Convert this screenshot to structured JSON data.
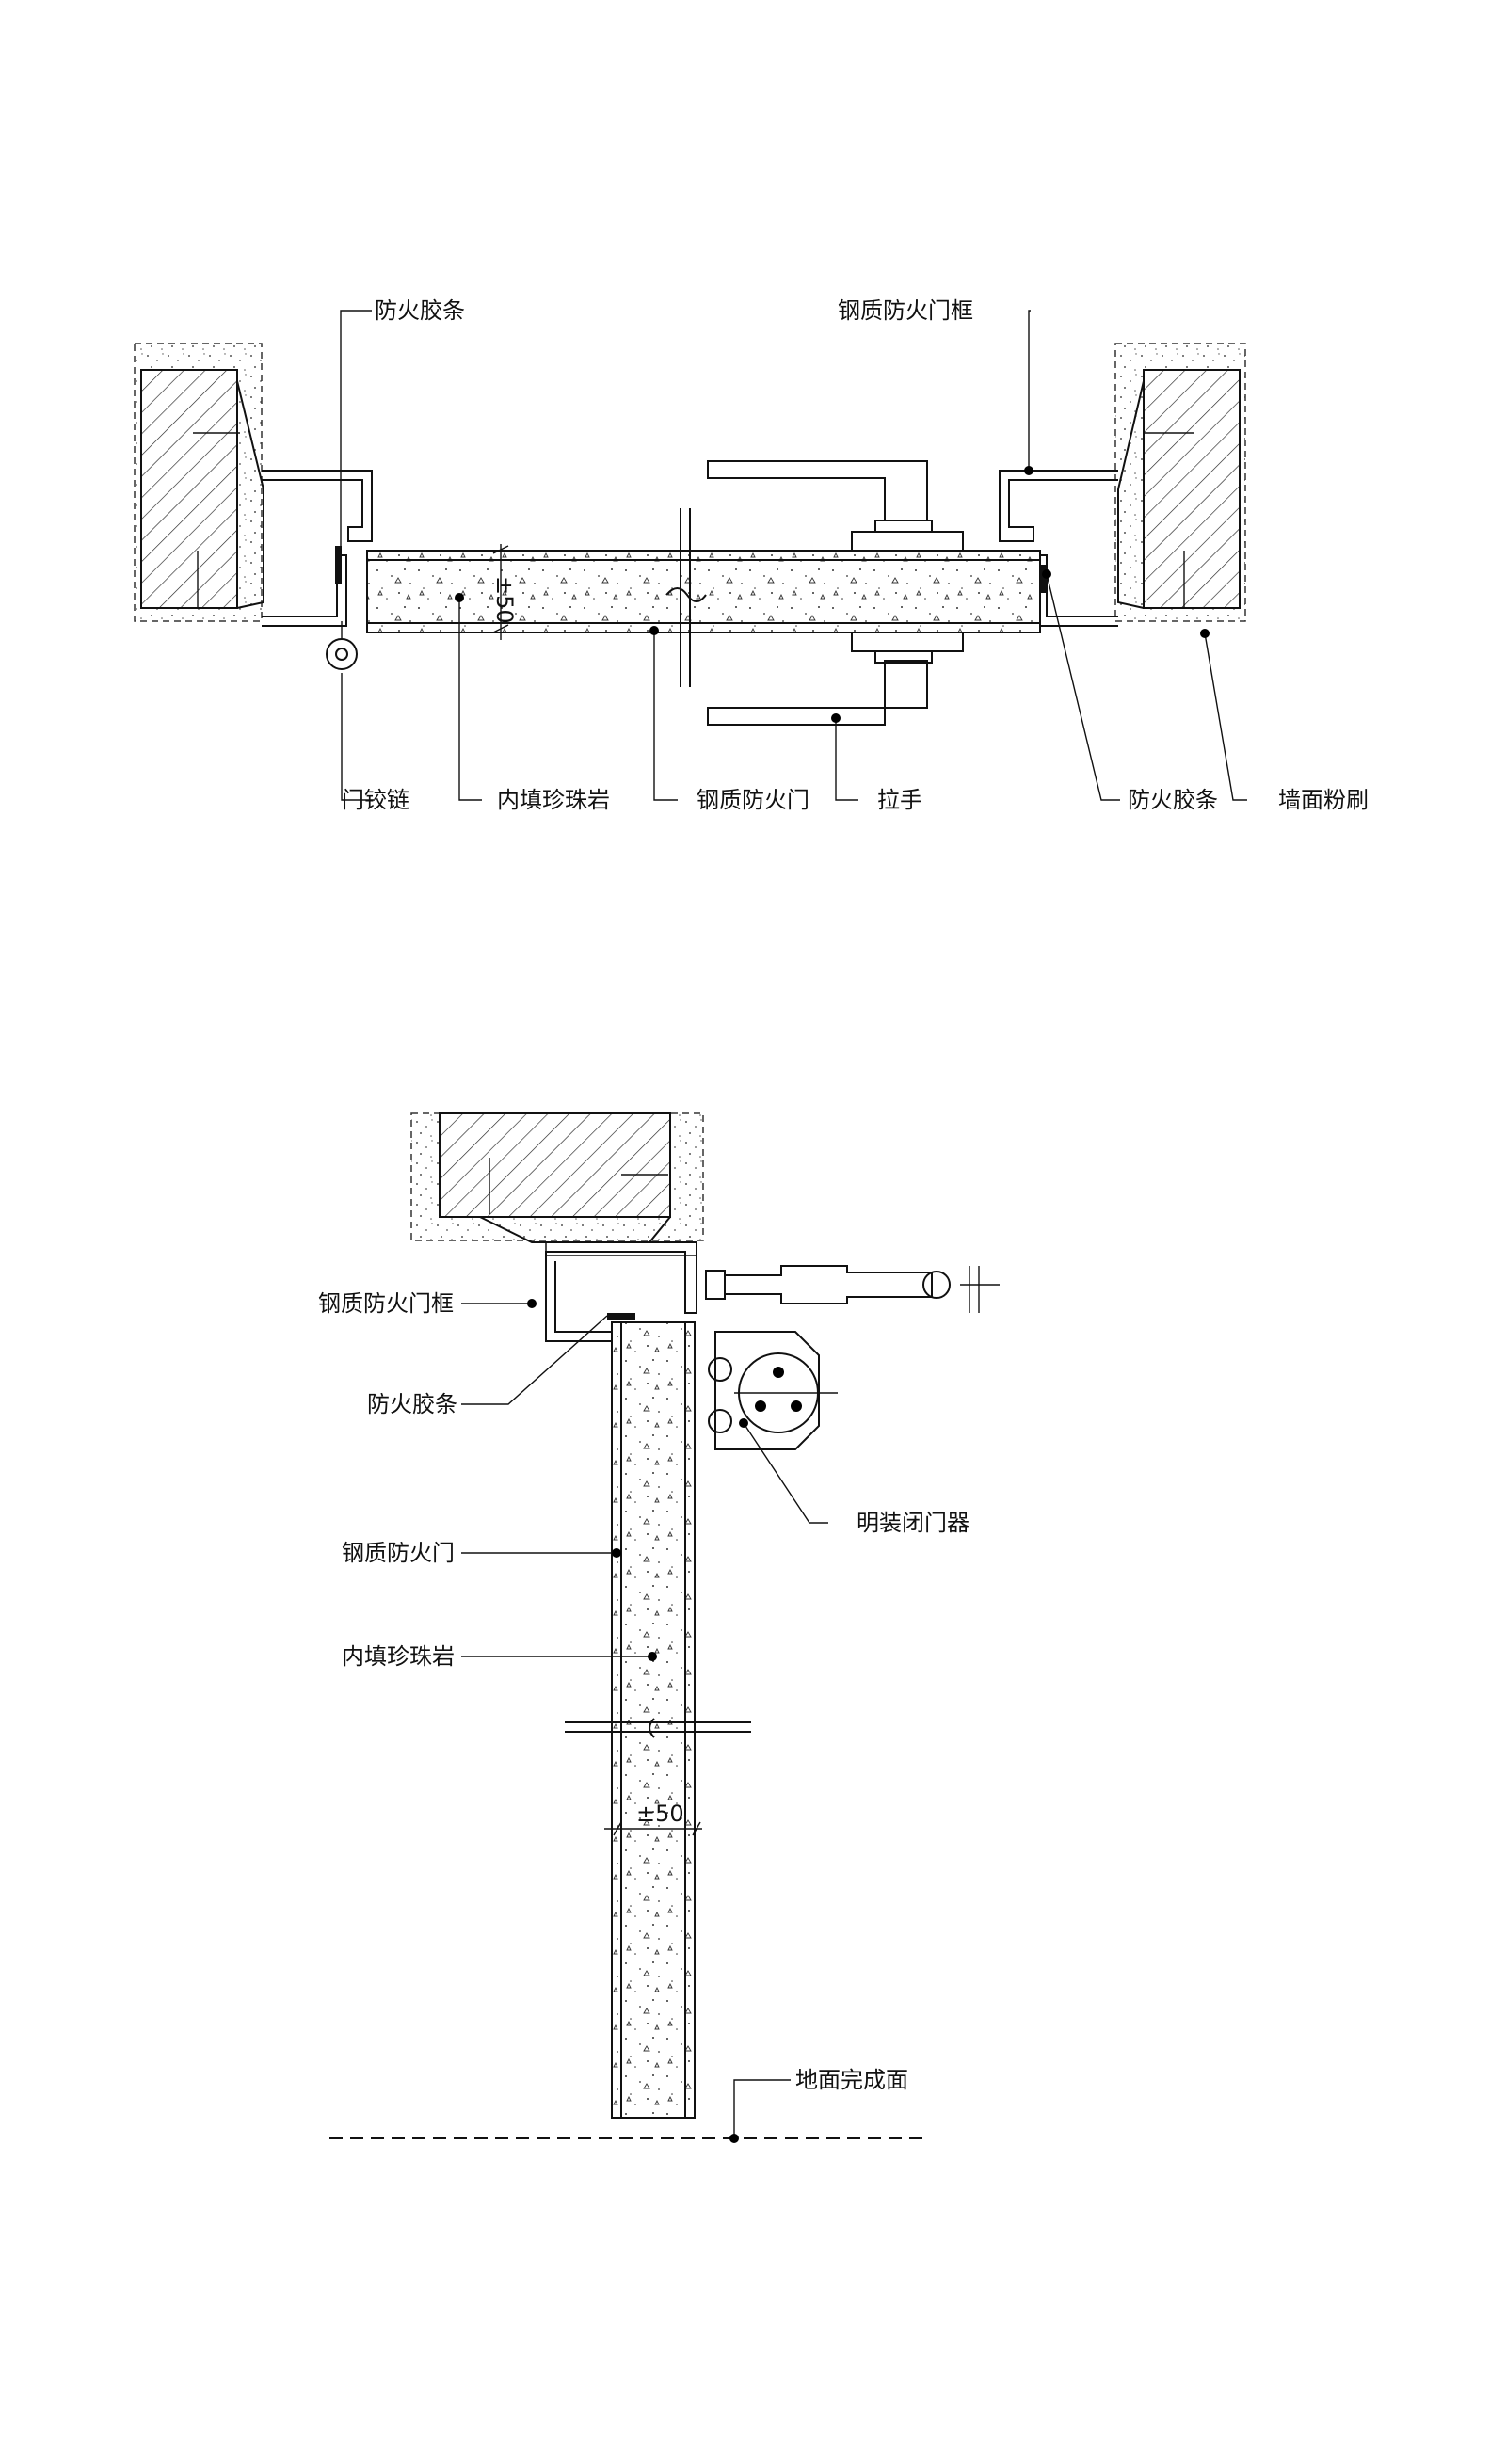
{
  "plan_detail": {
    "labels": {
      "fire_seal_left": "防火胶条",
      "steel_frame": "钢质防火门框",
      "hinge": "门铰链",
      "perlite_fill": "内填珍珠岩",
      "steel_door": "钢质防火门",
      "handle": "拉手",
      "fire_seal_right": "防火胶条",
      "wall_plaster": "墙面粉刷"
    },
    "dimension": "±50"
  },
  "section_detail": {
    "labels": {
      "steel_frame": "钢质防火门框",
      "fire_seal": "防火胶条",
      "door_closer": "明装闭门器",
      "steel_door": "钢质防火门",
      "perlite_fill": "内填珍珠岩",
      "floor_finish": "地面完成面"
    },
    "dimension": "±50"
  }
}
